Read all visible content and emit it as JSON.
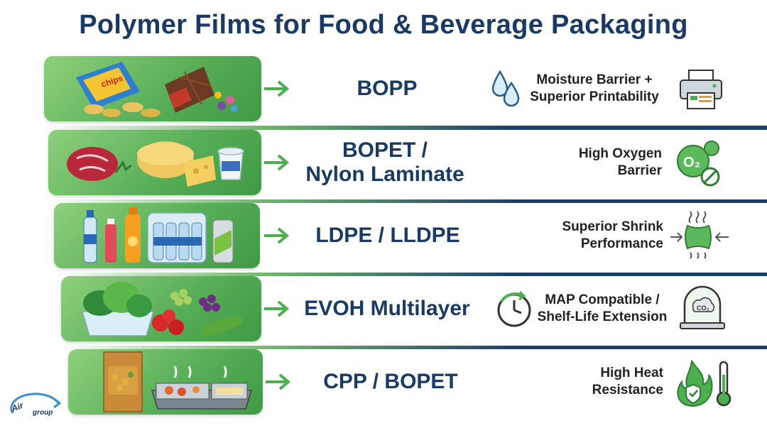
{
  "title": "Polymer Films for Food & Beverage Packaging",
  "rows": [
    {
      "film": "BOPP",
      "property_lines": [
        "Moisture Barrier +",
        "Superior Printability"
      ],
      "food_icon": "snacks-chips-chocolate-icon",
      "prop_icon_left": "water-drops-icon",
      "prop_icon_right": "printer-icon"
    },
    {
      "film_lines": [
        "BOPET /",
        "Nylon Laminate"
      ],
      "property_lines": [
        "High Oxygen",
        "Barrier"
      ],
      "food_icon": "meat-cheese-yogurt-icon",
      "prop_icon_right": "oxygen-barrier-icon",
      "o2_label": "O₂"
    },
    {
      "film": "LDPE / LLDPE",
      "property_lines": [
        "Superior Shrink",
        "Performance"
      ],
      "food_icon": "bottled-beverages-icon",
      "prop_icon_right": "shrink-wrap-icon"
    },
    {
      "film": "EVOH Multilayer",
      "property_lines": [
        "MAP Compatible /",
        "Shelf-Life Extension"
      ],
      "food_icon": "fresh-produce-icon",
      "prop_icon_left": "clock-icon",
      "prop_icon_right": "modified-atmosphere-tray-icon",
      "co2_label": "CO₂"
    },
    {
      "film": "CPP / BOPET",
      "property_lines": [
        "High Heat",
        "Resistance"
      ],
      "food_icon": "ready-meals-icon",
      "prop_icon_right": "heat-resistance-icon"
    }
  ],
  "logo": {
    "text_top": "Air",
    "text_bottom": "group"
  },
  "colors": {
    "title": "#1a3a66",
    "green": "#55ad55",
    "navy": "#1d3d6b"
  }
}
